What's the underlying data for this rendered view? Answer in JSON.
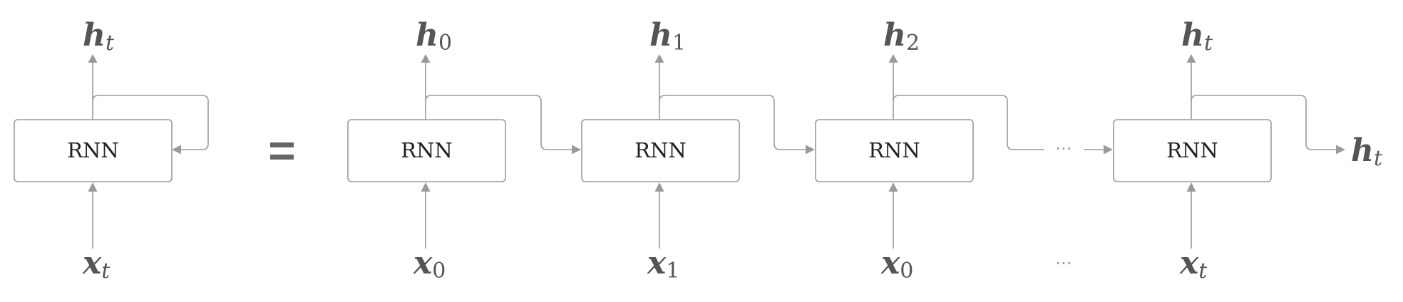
{
  "diagram": {
    "folded": {
      "label": "RNN",
      "output": {
        "symbol": "h",
        "subscript": "t"
      },
      "input": {
        "symbol": "x",
        "subscript": "t"
      }
    },
    "equals_symbol": "=",
    "unrolled_steps": [
      {
        "label": "RNN",
        "output": {
          "symbol": "h",
          "subscript": "0"
        },
        "input": {
          "symbol": "x",
          "subscript": "0"
        }
      },
      {
        "label": "RNN",
        "output": {
          "symbol": "h",
          "subscript": "1"
        },
        "input": {
          "symbol": "x",
          "subscript": "1"
        }
      },
      {
        "label": "RNN",
        "output": {
          "symbol": "h",
          "subscript": "2"
        },
        "input": {
          "symbol": "x",
          "subscript": "0"
        }
      },
      {
        "label": "RNN",
        "output": {
          "symbol": "h",
          "subscript": "t"
        },
        "input": {
          "symbol": "x",
          "subscript": "t"
        }
      }
    ],
    "ellipsis_hidden": "···",
    "ellipsis_input": "···",
    "final_state": {
      "symbol": "h",
      "subscript": "t"
    }
  }
}
